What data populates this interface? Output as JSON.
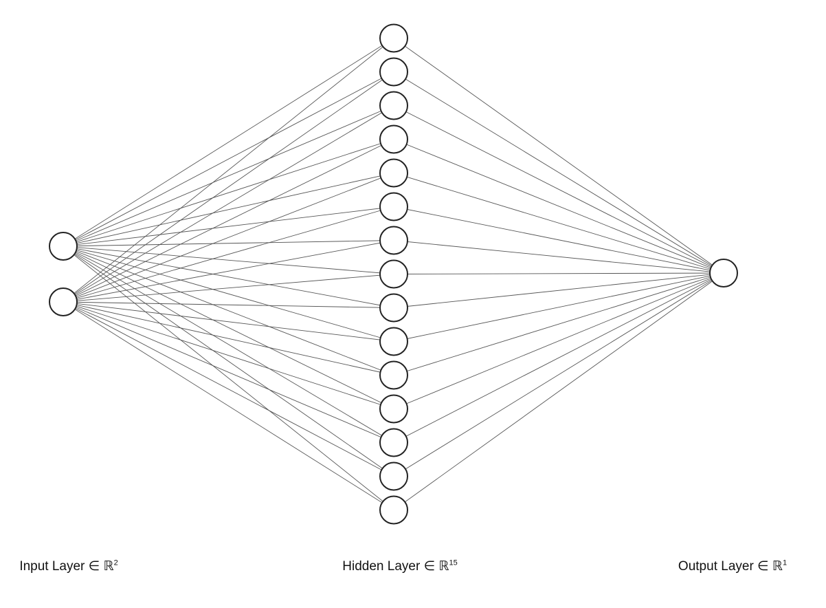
{
  "layers": [
    {
      "name": "Input Layer",
      "symbol": "∈ ℝ",
      "dim": "2",
      "nodes": 2
    },
    {
      "name": "Hidden Layer",
      "symbol": "∈ ℝ",
      "dim": "15",
      "nodes": 15
    },
    {
      "name": "Output Layer",
      "symbol": "∈ ℝ",
      "dim": "1",
      "nodes": 1
    }
  ],
  "colors": {
    "stroke": "#222222",
    "edge": "#555555",
    "node_fill": "#ffffff"
  }
}
